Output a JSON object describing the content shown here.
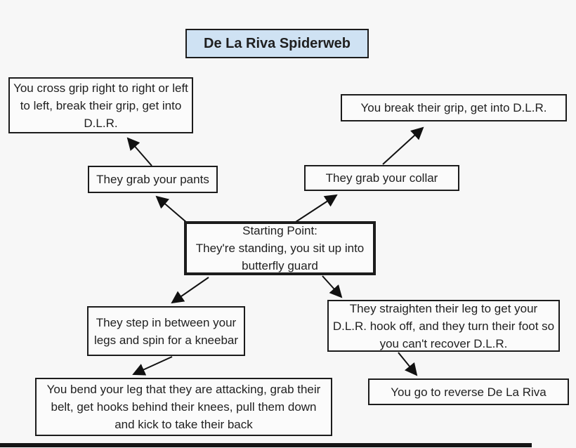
{
  "title": "De La Riva Spiderweb",
  "colors": {
    "background": "#f7f7f7",
    "box_fill": "#fbfbfb",
    "title_fill": "#cfe2f3",
    "border": "#1c1c1c",
    "arrow": "#111111",
    "text": "#1f1f1f"
  },
  "nodes": {
    "cross_grip": {
      "label": "You cross grip right to right or left to left, break their grip, get into D.L.R."
    },
    "break_grip": {
      "label": "You break their grip, get into D.L.R."
    },
    "grab_pants": {
      "label": "They grab your pants"
    },
    "grab_collar": {
      "label": "They grab your collar"
    },
    "starting_point": {
      "label": "Starting Point:\nThey're standing, you sit up into butterfly guard"
    },
    "kneebar": {
      "label": "They step in between your legs and spin for a kneebar"
    },
    "straighten": {
      "label": "They straighten their leg to get your D.L.R. hook off, and they turn their foot so you can't recover D.L.R."
    },
    "reverse_dlr": {
      "label": "You go to reverse De La Riva"
    },
    "bend_leg": {
      "label": "You bend your leg that they are attacking, grab their belt, get hooks behind their knees, pull them down and kick to take their back"
    }
  },
  "edges": [
    {
      "from": "starting_point",
      "to": "grab_pants"
    },
    {
      "from": "grab_pants",
      "to": "cross_grip"
    },
    {
      "from": "starting_point",
      "to": "grab_collar"
    },
    {
      "from": "grab_collar",
      "to": "break_grip"
    },
    {
      "from": "starting_point",
      "to": "kneebar"
    },
    {
      "from": "starting_point",
      "to": "straighten"
    },
    {
      "from": "straighten",
      "to": "reverse_dlr"
    },
    {
      "from": "kneebar",
      "to": "bend_leg"
    }
  ]
}
